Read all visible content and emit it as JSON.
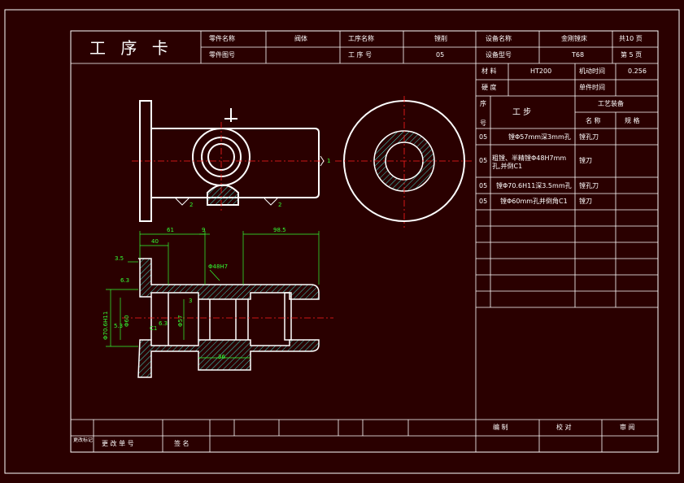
{
  "header": {
    "title": "工  序  卡",
    "part_name_label": "零件名称",
    "part_name": "阀体",
    "part_no_label": "零件图号",
    "part_no": "",
    "process_name_label": "工序名称",
    "process_name": "镗削",
    "process_no_label": "工  序  号",
    "process_no": "05",
    "equipment_name_label": "设备名称",
    "equipment_name": "金刚镗床",
    "equipment_model_label": "设备型号",
    "equipment_model": "T68",
    "total_pages": "共10 页",
    "page_no": "第 5 页"
  },
  "info": {
    "material_label": "材  料",
    "material": "HT200",
    "machine_time_label": "机动时间",
    "machine_time": "0.256",
    "hardness_label": "硬  度",
    "unit_time_label": "单件时间",
    "seq_label": "序",
    "seq_label2": "号",
    "step_label": "工  步",
    "equip_label": "工艺装备",
    "name_label": "名  称",
    "spec_label": "规  格"
  },
  "steps": [
    {
      "no": "05",
      "desc": "镗Φ57mm深3mm孔",
      "tool": "镗孔刀"
    },
    {
      "no": "05",
      "desc": "粗镗、半精镗Φ48H7mm孔,并倒C1",
      "tool": "镗刀"
    },
    {
      "no": "05",
      "desc": "镗Φ70.6H11深3.5mm孔",
      "tool": "镗孔刀"
    },
    {
      "no": "05",
      "desc": "镗Φ60mm孔并倒角C1",
      "tool": "镗刀"
    }
  ],
  "footer": {
    "change_mark": "更改标记",
    "change_doc": "更  改  单  号",
    "signature": "签  名",
    "compile": "编  制",
    "check": "校  对",
    "review": "审  阅"
  },
  "dims": {
    "d61": "61",
    "d9": "9",
    "d98": "98.5",
    "d40": "40",
    "d35": "3.5",
    "d63": "6.3",
    "d53": "5.3",
    "d36": "36",
    "d48": "Φ48H7",
    "d70": "Φ70.6H11",
    "c1": "C1",
    "d3": "3",
    "phi60": "Φ60",
    "phi57": "Φ57",
    "mark1": "1",
    "mark2": "2"
  },
  "colors": {
    "background": "#2a0000",
    "lines": "#ffffff",
    "centerlines": "#ff2020",
    "dimensions": "#33ff33",
    "hatch": "#40e0d0"
  }
}
